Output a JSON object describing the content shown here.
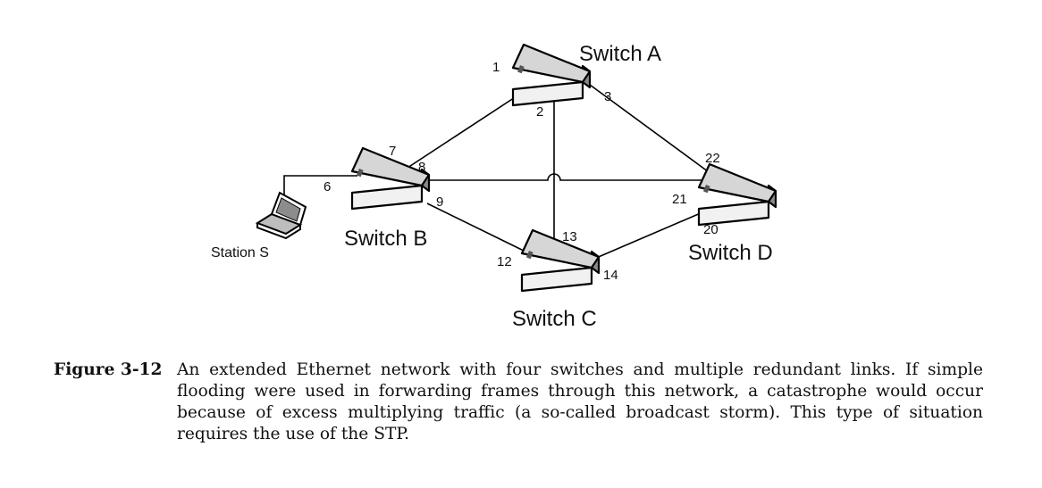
{
  "diagram": {
    "switches": {
      "a": "Switch A",
      "b": "Switch B",
      "c": "Switch C",
      "d": "Switch D"
    },
    "station": "Station S",
    "ports": {
      "p1": "1",
      "p2": "2",
      "p3": "3",
      "p6": "6",
      "p7": "7",
      "p8": "8",
      "p9": "9",
      "p12": "12",
      "p13": "13",
      "p14": "14",
      "p20": "20",
      "p21": "21",
      "p22": "22"
    }
  },
  "caption": {
    "label": "Figure 3-12",
    "text": "An extended Ethernet network with four switches and multiple redundant links. If simple flooding were used in forwarding frames through this network, a catastrophe would occur because of excess multiplying traffic (a so-called broadcast storm). This type of situation requires the use of the STP."
  }
}
